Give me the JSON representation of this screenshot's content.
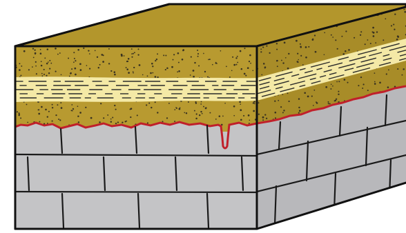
{
  "diagram": {
    "colors": {
      "background": "#ffffff",
      "outline": "#111111",
      "sand_top": "#b3962c",
      "sand_front": "#b89a30",
      "sand_right": "#a88c28",
      "sand_dots": "#3a3320",
      "shale_band": "#f4e9a6",
      "shale_lines": "#2a2a2a",
      "limestone_front": "#c4c4c6",
      "limestone_right": "#b8b8bb",
      "limestone_joints": "#1a1a1a",
      "unconformity": "#c0202a"
    },
    "layers": [
      "sandstone-upper",
      "shale-band",
      "sandstone-lower",
      "unconformity-surface",
      "limestone-blocks"
    ]
  }
}
